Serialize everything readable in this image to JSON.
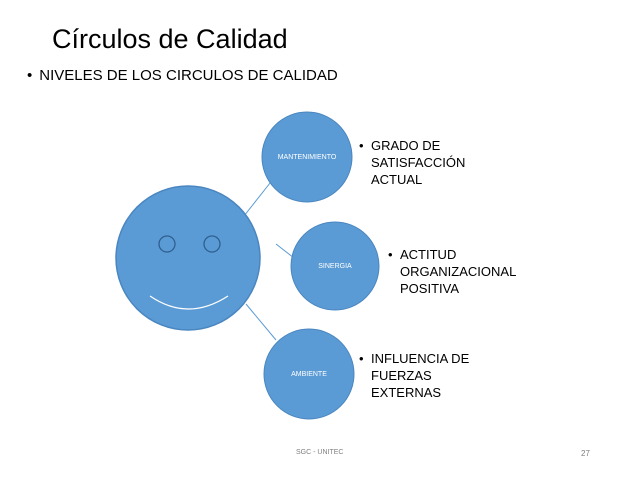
{
  "slide": {
    "title": "Círculos de Calidad",
    "bullet": "NIVELES DE LOS CIRCULOS DE CALIDAD",
    "footer": "SGC - UNITEC",
    "page_number": "27"
  },
  "diagram": {
    "fill_color": "#5b9bd5",
    "stroke_color": "#4a86c0",
    "nodes": [
      {
        "label": "MANTENIMIENTO"
      },
      {
        "label": "SINERGIA"
      },
      {
        "label": "AMBIENTE"
      }
    ],
    "callouts": [
      {
        "lines": [
          "GRADO DE",
          "SATISFACCIÓN",
          "ACTUAL"
        ]
      },
      {
        "lines": [
          "ACTITUD",
          "ORGANIZACIONAL",
          "POSITIVA"
        ]
      },
      {
        "lines": [
          "INFLUENCIA DE",
          "FUERZAS",
          "EXTERNAS"
        ]
      }
    ]
  }
}
